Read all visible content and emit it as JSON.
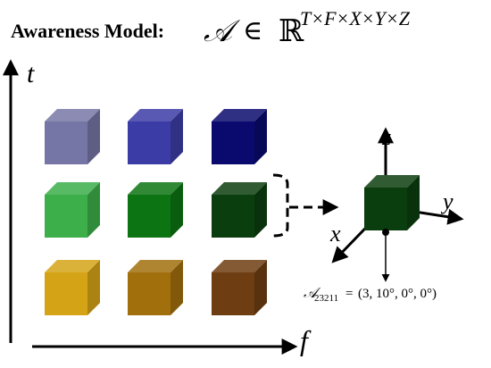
{
  "title": {
    "prefix": "Awareness Model:",
    "symbol": "𝒜",
    "relation": "∈",
    "space": "ℝ",
    "exponent": "T×F×X×Y×Z"
  },
  "axes": {
    "time_label": "t",
    "feature_label": "f"
  },
  "grid_colors": [
    [
      "#7676a6",
      "#3c3ca6",
      "#0a0a6e"
    ],
    [
      "#3cae4a",
      "#0d7413",
      "#0b3e0f"
    ],
    [
      "#d5a416",
      "#a26f0d",
      "#6e3d11"
    ]
  ],
  "axis_labels_3d": {
    "z": "z",
    "y": "y",
    "x": "x"
  },
  "example_cube_color": "#0b3e0f",
  "annotation": {
    "symbol": "𝒜",
    "subscript": "23211",
    "equals": "=",
    "value": "(3, 10°, 0°, 0°)"
  }
}
